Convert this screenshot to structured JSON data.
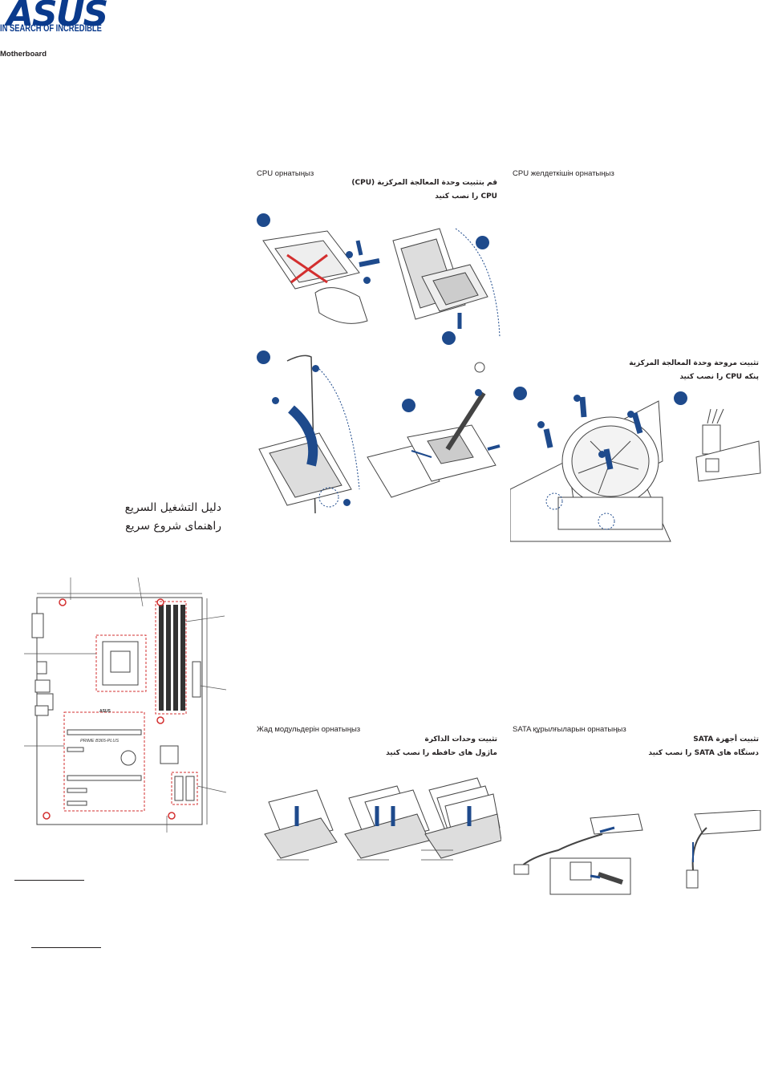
{
  "brand": {
    "logo_text": "ASUS",
    "tagline": "IN SEARCH OF INCREDIBLE",
    "registered_mark": "®",
    "product": "Motherboard"
  },
  "quick_start": {
    "arabic": "دليل التشغيل السريع",
    "persian": "راهنمای شروع سریع"
  },
  "sections": {
    "cpu": {
      "title_kk": "CPU орнатыңыз",
      "title_ar": "قم بتثبيت وحدة المعالجة المركزية (CPU)",
      "title_fa": "CPU را نصب کنید"
    },
    "cooler": {
      "title_kk": "CPU желдеткішін орнатыңыз",
      "title_ar": "تثبيت مروحة وحدة المعالجة المركزية",
      "title_fa": "پنکه CPU را نصب کنید"
    },
    "memory": {
      "title_kk": "Жад модульдерін орнатыңыз",
      "title_ar": "تثبيت وحدات الذاكرة",
      "title_fa": "ماژول های حافظه را نصب کنید"
    },
    "sata": {
      "title_kk": "SATA құрылғыларын орнатыңыз",
      "title_ar": "تثبيت أجهزة SATA",
      "title_fa": "دستگاه های SATA را نصب کنید"
    }
  },
  "board": {
    "logo": "ASUS",
    "model": "PRIME B365-PLUS"
  },
  "colors": {
    "brand_blue": "#0a3a8c",
    "step_blue": "#1e4a8c",
    "callout_red": "#d32f2f",
    "line_gray": "#555555"
  },
  "icons": {
    "step_marker": "numbered-step-circle",
    "arrow": "blue-arrow",
    "cross": "red-x-mark"
  }
}
